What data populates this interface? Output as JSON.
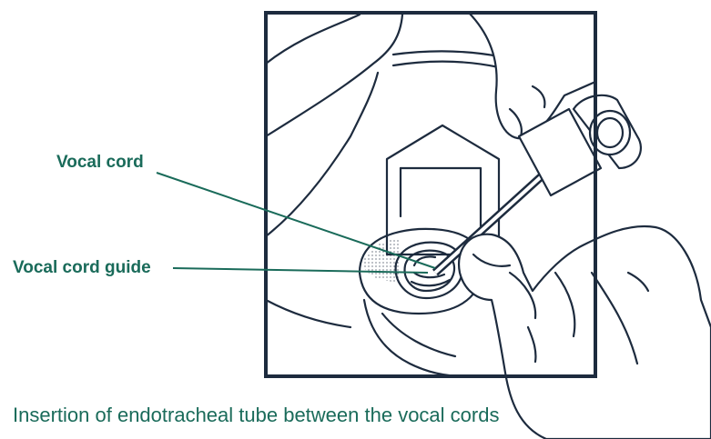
{
  "figure": {
    "labels": {
      "vocal_cord": "Vocal cord",
      "vocal_cord_guide": "Vocal cord guide"
    },
    "caption": "Insertion of endotracheal tube between the vocal cords"
  },
  "colors": {
    "label_text": "#1a6b5a",
    "line_art": "#1d2b3e",
    "background": "#ffffff"
  }
}
